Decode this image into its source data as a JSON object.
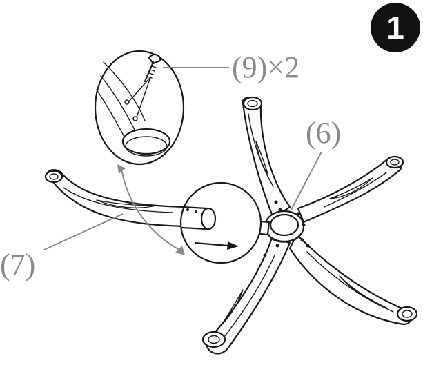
{
  "step": {
    "number": "1"
  },
  "callouts": {
    "screw_label": "(9)×2",
    "base_label": "(6)",
    "leg_label": "(7)"
  },
  "icons": {
    "step_badge": "black-circle-number",
    "screw": "screw-icon",
    "arrow": "right-arrow-icon"
  }
}
